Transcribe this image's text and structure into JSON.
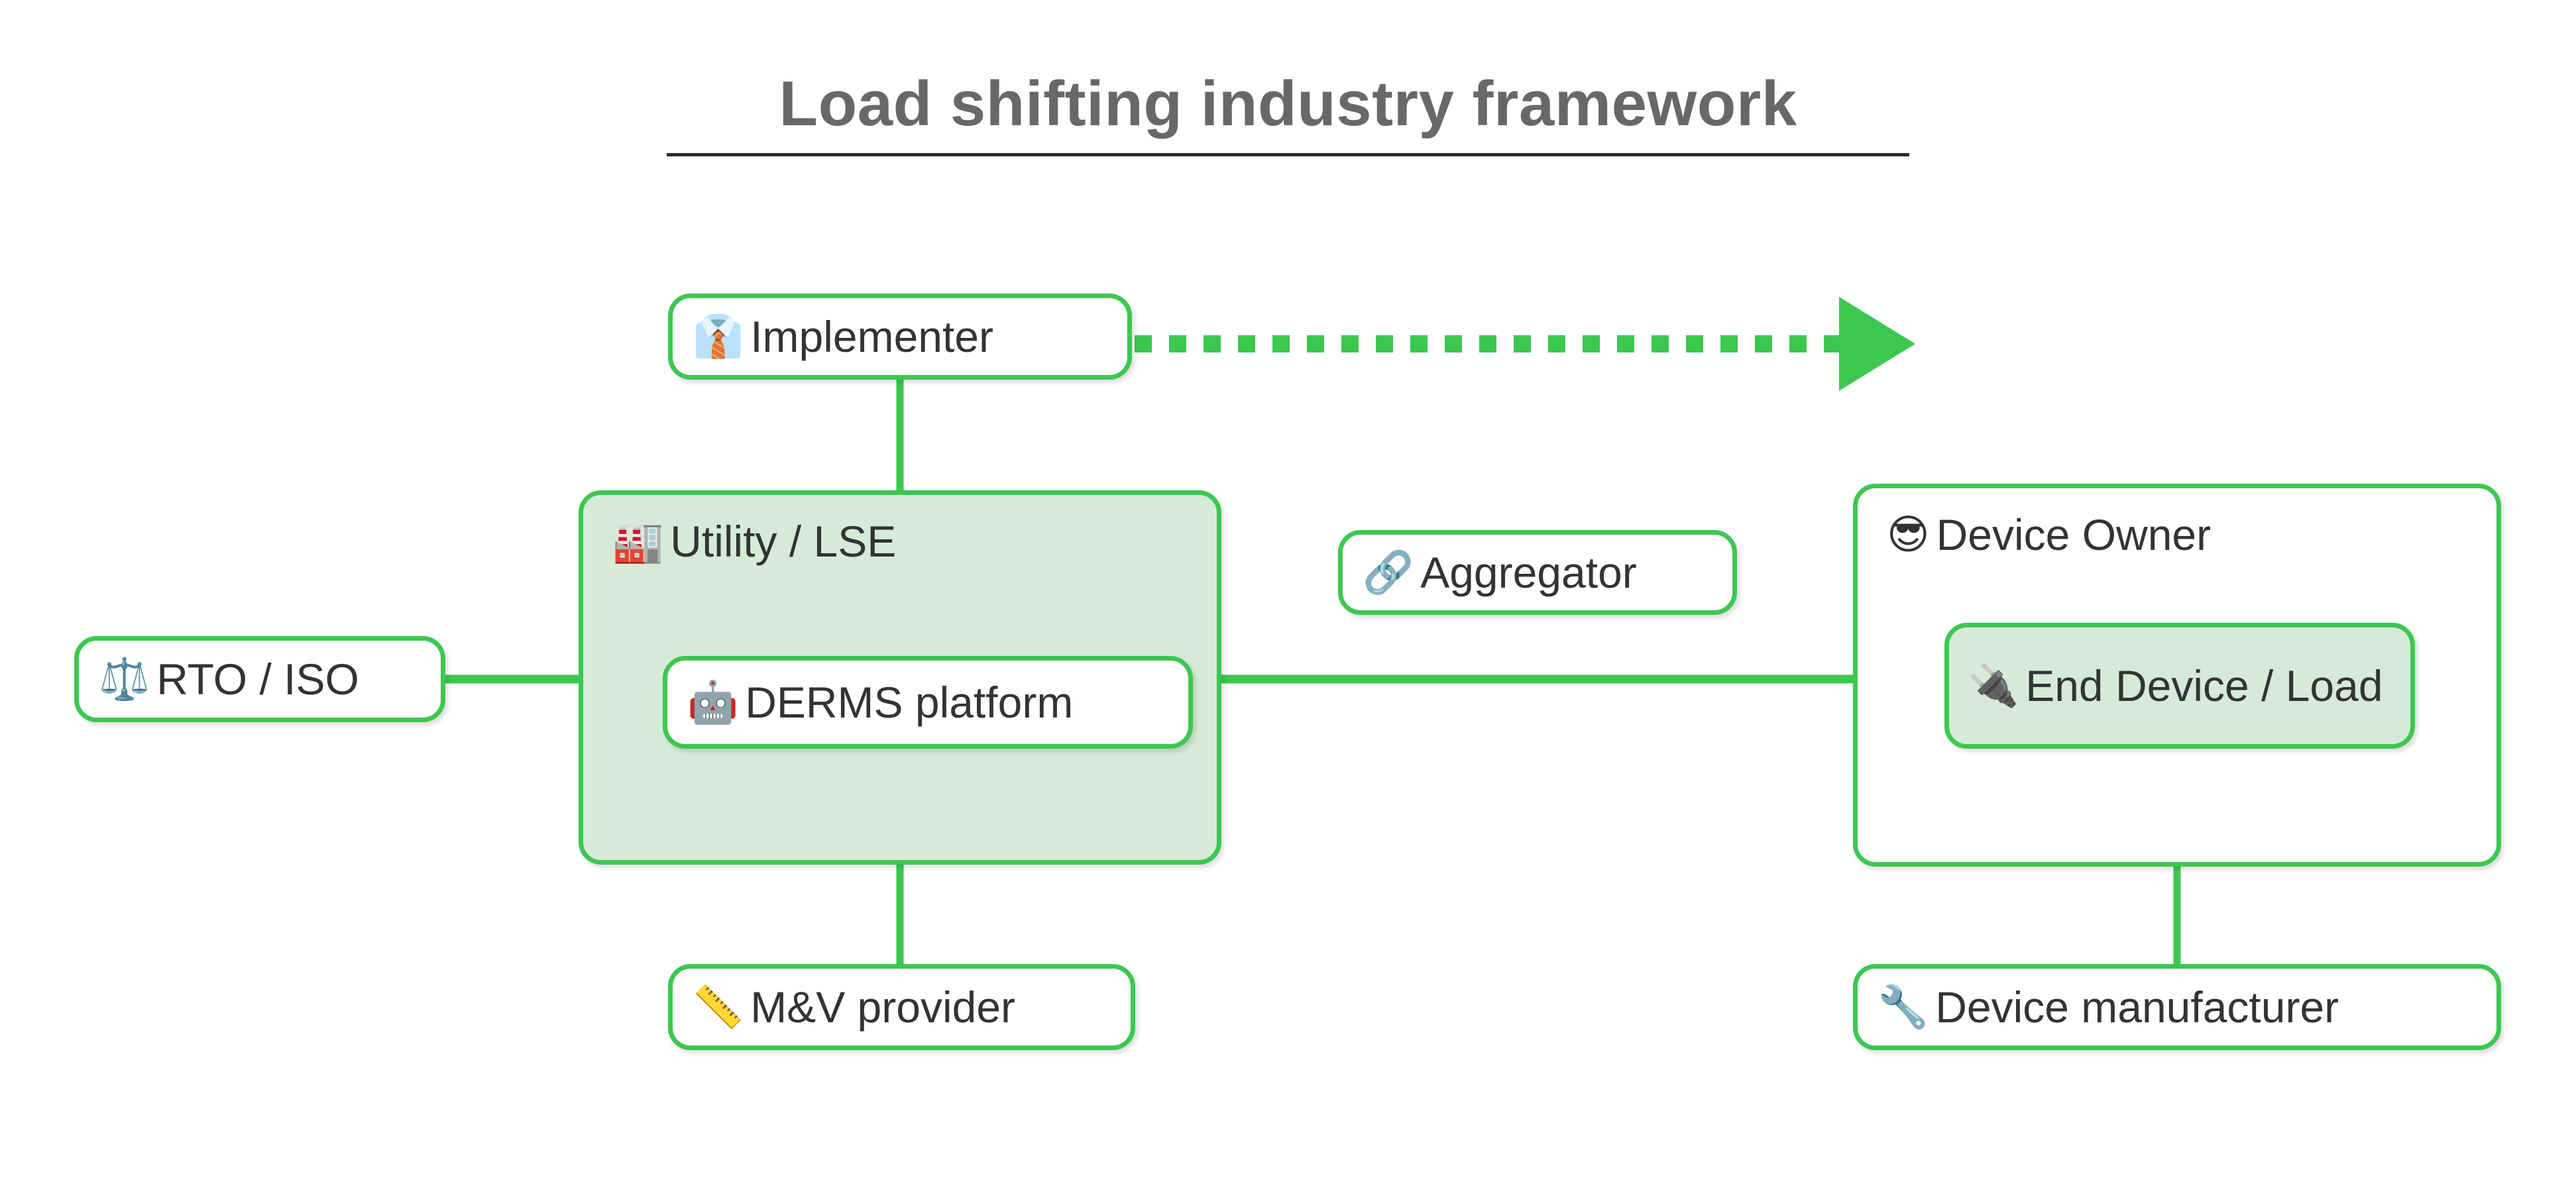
{
  "title": {
    "text": "Load shifting industry framework",
    "color": "#686868",
    "rule_color": "#2c2c2c"
  },
  "theme": {
    "edge_color": "#3cc850",
    "node_border": "#3cc850",
    "node_fill": "#ffffff",
    "tinted_fill": "#d5ebd7",
    "text_color": "#333333",
    "background": "#ffffff"
  },
  "nodes": {
    "implementer": {
      "label": "Implementer",
      "icon": "necktie-icon",
      "glyph": "👔"
    },
    "rto_iso": {
      "label": "RTO / ISO",
      "icon": "balance-scale-icon",
      "glyph": "⚖️"
    },
    "aggregator": {
      "label": "Aggregator",
      "icon": "link-icon",
      "glyph": "🔗"
    },
    "mv_provider": {
      "label": "M&V provider",
      "icon": "straight-ruler-icon",
      "glyph": "📏"
    },
    "device_manufacturer": {
      "label": "Device manufacturer",
      "icon": "wrench-icon",
      "glyph": "🔧"
    },
    "utility_lse": {
      "label": "Utility / LSE",
      "icon": "factory-icon",
      "glyph": "🏭"
    },
    "derms_platform": {
      "label": "DERMS platform",
      "icon": "robot-icon",
      "glyph": "🤖"
    },
    "device_owner": {
      "label": "Device Owner",
      "icon": "sunglasses-face-icon",
      "glyph": "😎"
    },
    "end_device_load": {
      "label": "End Device / Load",
      "icon": "electric-plug-icon",
      "glyph": "🔌"
    }
  },
  "edges": [
    {
      "from": "implementer",
      "to": "arrow-right",
      "style": "dashed",
      "arrow": true
    },
    {
      "from": "implementer",
      "to": "utility_lse",
      "style": "solid",
      "arrow": false
    },
    {
      "from": "rto_iso",
      "to": "utility_lse",
      "style": "solid",
      "arrow": false
    },
    {
      "from": "utility_lse",
      "to": "device_owner",
      "style": "solid",
      "arrow": false,
      "label": "aggregator"
    },
    {
      "from": "utility_lse",
      "to": "mv_provider",
      "style": "solid",
      "arrow": false
    },
    {
      "from": "device_owner",
      "to": "device_manufacturer",
      "style": "solid",
      "arrow": false
    }
  ]
}
